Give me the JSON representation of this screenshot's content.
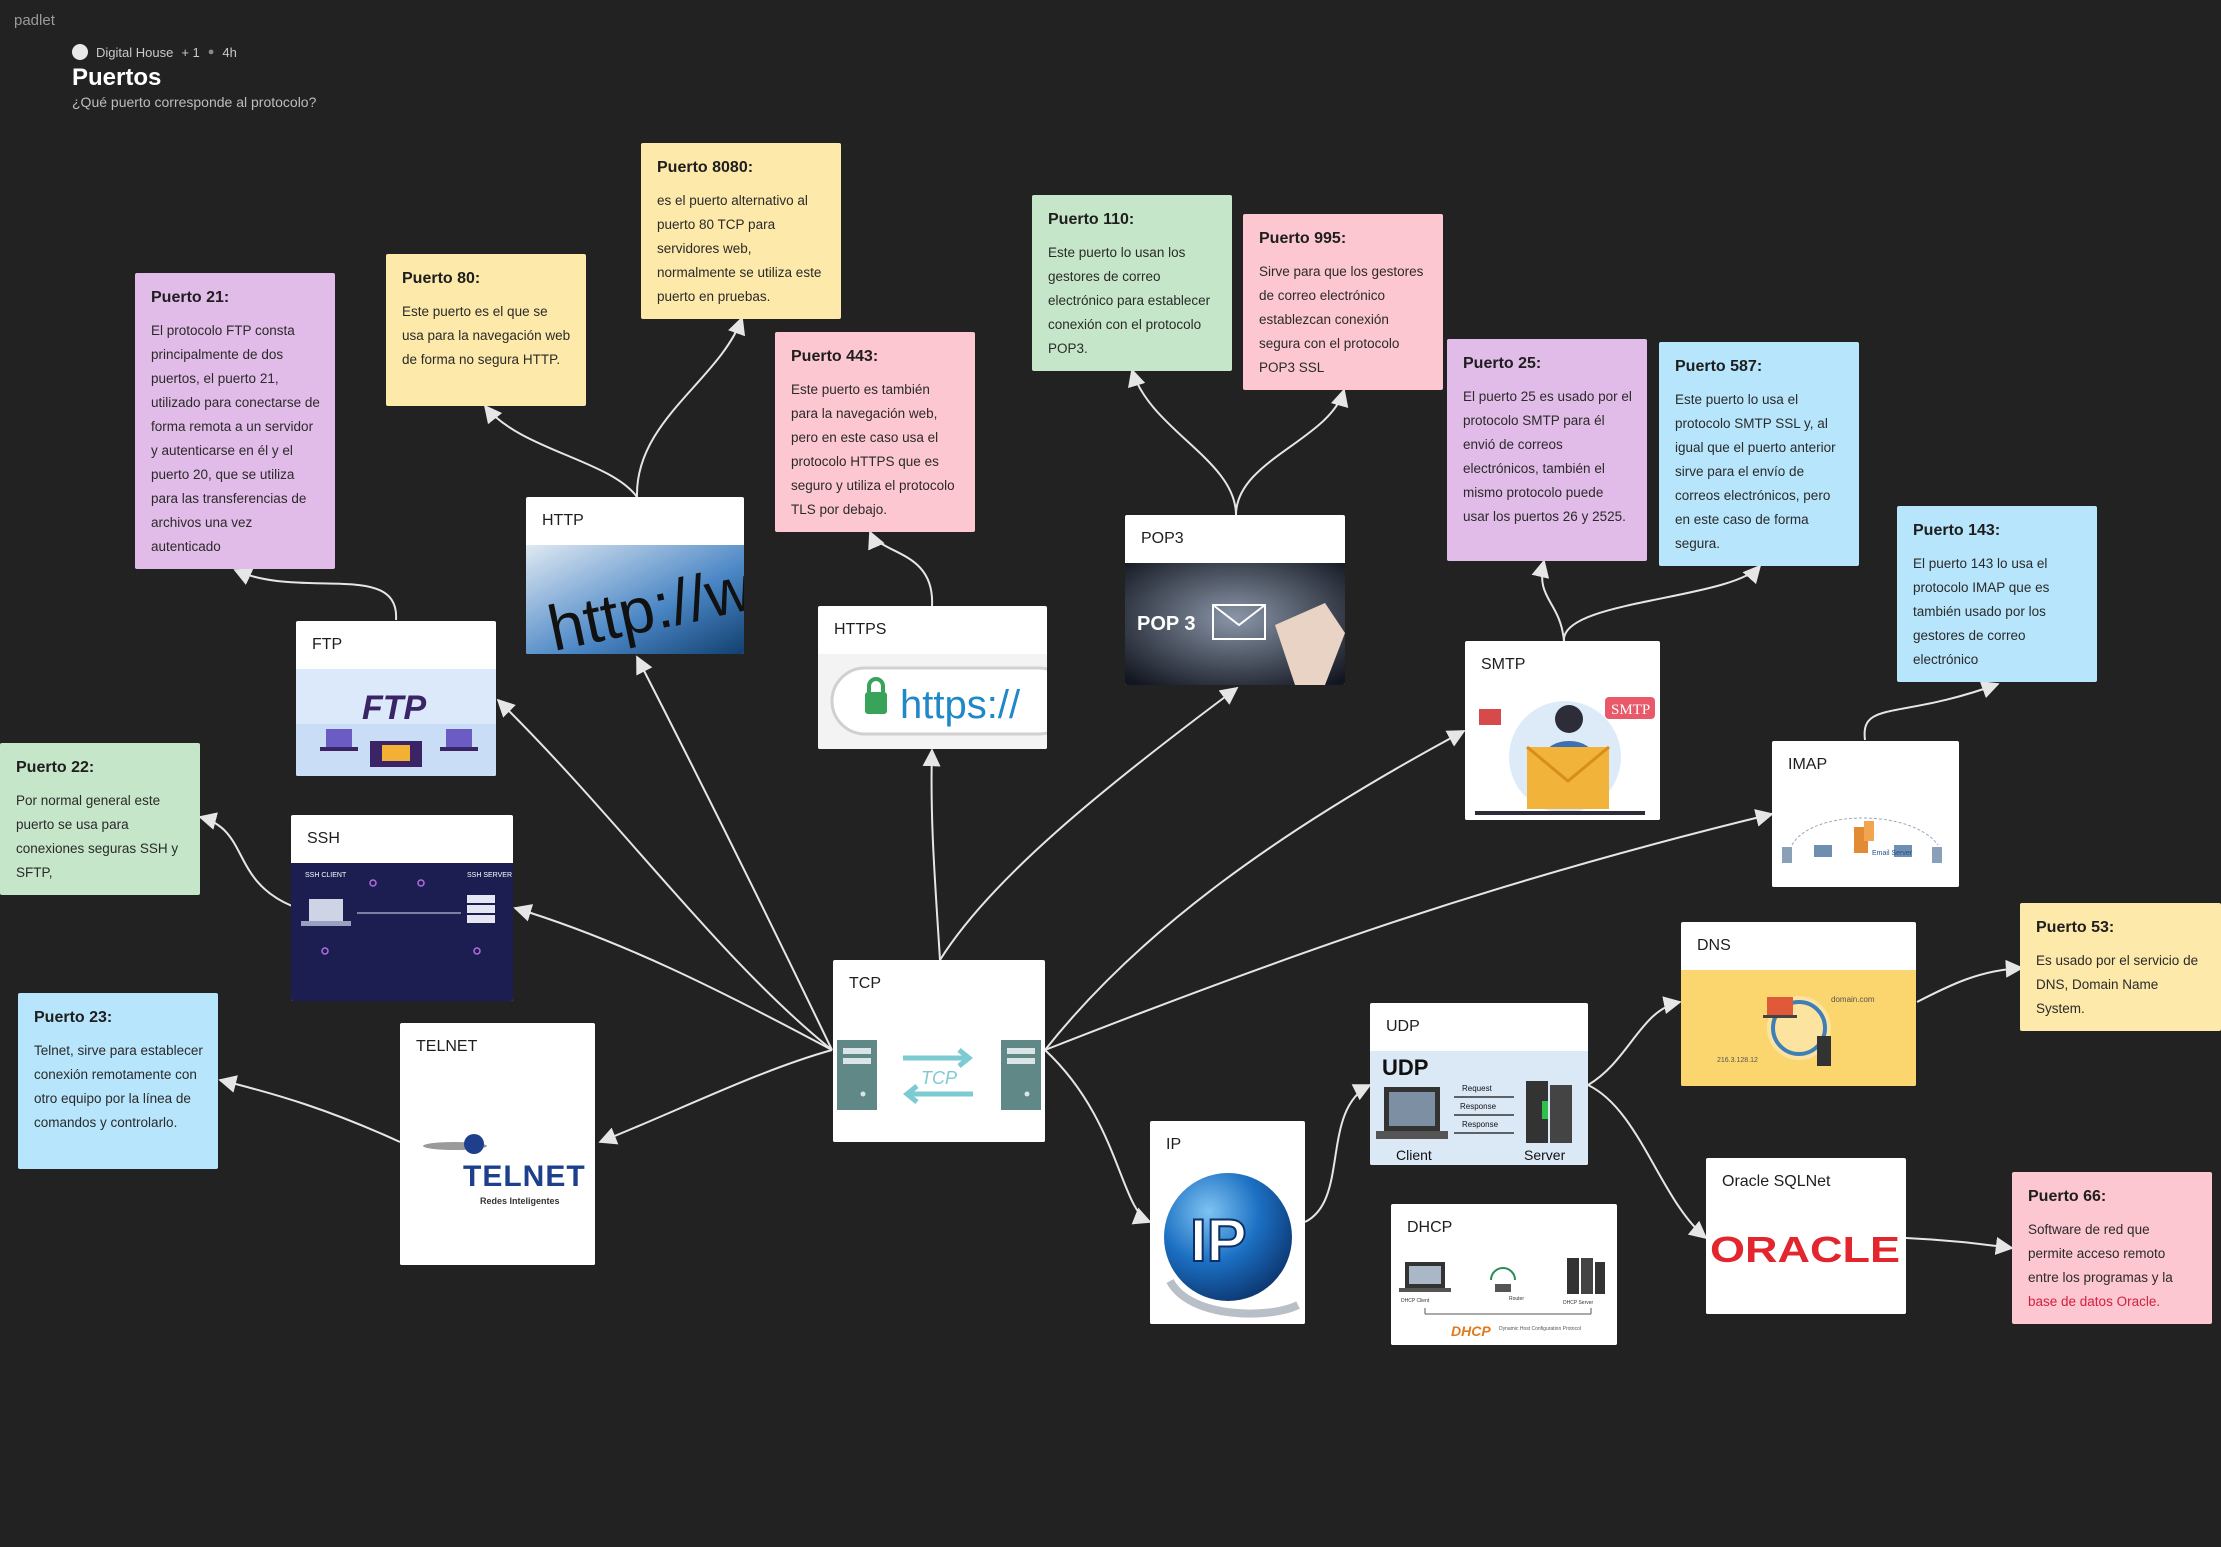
{
  "app": {
    "brand": "padlet"
  },
  "header": {
    "author": "Digital House",
    "plus": "+ 1",
    "time": "4h",
    "title": "Puertos",
    "subtitle": "¿Qué puerto corresponde al protocolo?"
  },
  "notes": {
    "p21": {
      "title": "Puerto 21:",
      "body": "El protocolo FTP consta principalmente de dos puertos, el puerto 21, utilizado para conectarse de forma remota a un servidor y autenticarse en él y el puerto 20, que se utiliza para las transferencias de archivos una vez autenticado"
    },
    "p80": {
      "title": "Puerto 80:",
      "body": "Este puerto es el que se usa para la navegación web de forma no segura HTTP."
    },
    "p8080": {
      "title": "Puerto 8080:",
      "body": "es el puerto alternativo al puerto 80 TCP para servidores web, normalmente se utiliza este puerto en pruebas."
    },
    "p443": {
      "title": "Puerto 443:",
      "body": "Este puerto es también para la navegación web, pero en este caso usa el protocolo HTTPS que es seguro y utiliza el protocolo TLS por debajo."
    },
    "p110": {
      "title": "Puerto 110:",
      "body": " Este puerto lo usan los gestores de correo electrónico para establecer conexión con el protocolo POP3."
    },
    "p995": {
      "title": "Puerto 995:",
      "body": "Sirve para que los gestores de correo electrónico establezcan conexión segura con el protocolo POP3 SSL"
    },
    "p25": {
      "title": "Puerto 25:",
      "body": "El puerto 25 es usado por el protocolo SMTP para él envió de correos electrónicos, también el mismo protocolo puede usar los puertos 26 y 2525."
    },
    "p587": {
      "title": "Puerto 587:",
      "body": "Este puerto lo usa el protocolo SMTP SSL y, al igual que el puerto anterior sirve para el envío de correos electrónicos, pero en este caso de forma segura."
    },
    "p143": {
      "title": "Puerto 143:",
      "body": "El puerto 143 lo usa el protocolo IMAP que es también usado por los gestores de correo electrónico"
    },
    "p22": {
      "title": "Puerto 22:",
      "body": "Por normal general este puerto se usa para conexiones seguras SSH y SFTP,"
    },
    "p23": {
      "title": "Puerto 23:",
      "body": "Telnet, sirve para establecer conexión remotamente con otro equipo por la línea de comandos y controlarlo."
    },
    "p53": {
      "title": "Puerto 53:",
      "body": "Es usado por el servicio de DNS, Domain Name System."
    },
    "p66": {
      "title": "Puerto 66:",
      "body": "Software de red que permite acceso remoto entre los programas y la",
      "link": "base de datos Oracle."
    }
  },
  "cards": {
    "http": {
      "title": "HTTP",
      "img_text": "http://ww"
    },
    "https": {
      "title": "HTTPS",
      "img_text": "https://"
    },
    "ftp": {
      "title": "FTP",
      "img_text": "FTP"
    },
    "ssh": {
      "title": "SSH",
      "client": "SSH CLIENT",
      "server": "SSH SERVER"
    },
    "telnet": {
      "title": "TELNET",
      "logo": "TELNET",
      "tagline": "Redes Inteligentes"
    },
    "tcp": {
      "title": "TCP",
      "img_text": "TCP"
    },
    "pop3": {
      "title": "POP3",
      "img_text": "POP 3"
    },
    "smtp": {
      "title": "SMTP",
      "img_text": "SMTP"
    },
    "imap": {
      "title": "IMAP",
      "img_text": "Email Server"
    },
    "dns": {
      "title": "DNS",
      "domain": "domain.com",
      "ip": "216.3.128.12"
    },
    "udp": {
      "title": "UDP",
      "img_title": "UDP",
      "request": "Request",
      "response1": "Response",
      "response2": "Response",
      "client": "Client",
      "server": "Server"
    },
    "ip": {
      "title": "IP",
      "img_text": "IP"
    },
    "dhcp": {
      "title": "DHCP",
      "img_text": "DHCP",
      "client": "DHCP Client",
      "router": "Router",
      "server": "DHCP Server",
      "sub": "Dynamic Host Configuration Protocol"
    },
    "oracle": {
      "title": "Oracle SQLNet",
      "logo": "ORACLE"
    }
  },
  "colors": {
    "background": "#222222",
    "purple": "#e2bce8",
    "yellow": "#fde9a9",
    "green": "#c5e6c8",
    "pink": "#fcc7d0",
    "blue": "#b7e5fb",
    "connector": "#e6e6e6"
  }
}
